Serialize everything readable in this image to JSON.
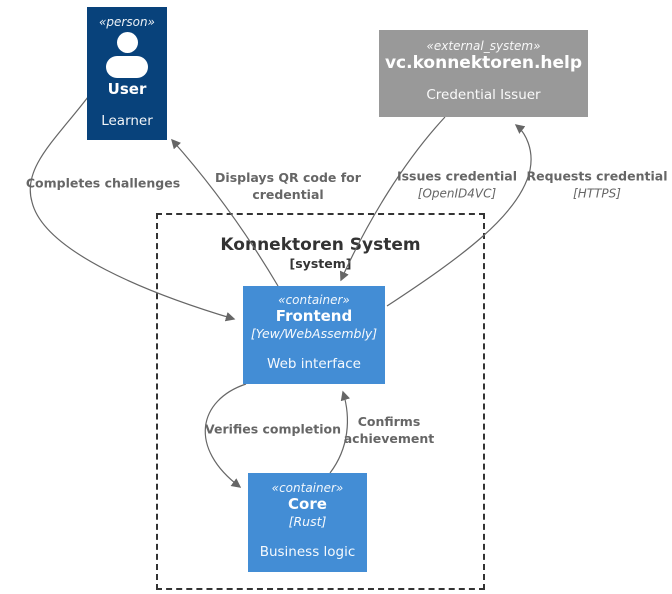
{
  "boundary": {
    "title": "Konnektoren System",
    "subtitle": "[system]"
  },
  "nodes": {
    "user": {
      "stereotype": "«person»",
      "name": "User",
      "description": "Learner"
    },
    "credential_issuer": {
      "stereotype": "«external_system»",
      "name": "vc.konnektoren.help",
      "description": "Credential Issuer"
    },
    "frontend": {
      "stereotype": "«container»",
      "name": "Frontend",
      "technology": "[Yew/WebAssembly]",
      "description": "Web interface"
    },
    "core": {
      "stereotype": "«container»",
      "name": "Core",
      "technology": "[Rust]",
      "description": "Business logic"
    }
  },
  "edges": {
    "completes_challenges": {
      "label": "Completes challenges"
    },
    "displays_qr": {
      "label_line1": "Displays QR code for",
      "label_line2": "credential"
    },
    "issues_credential": {
      "label": "Issues credential",
      "technology": "[OpenID4VC]"
    },
    "requests_credential": {
      "label": "Requests credential",
      "technology": "[HTTPS]"
    },
    "verifies_completion": {
      "label": "Verifies completion"
    },
    "confirms_achievement": {
      "label_line1": "Confirms",
      "label_line2": "achievement"
    }
  },
  "colors": {
    "person_fill": "#08427B",
    "external_system_fill": "#999999",
    "container_fill": "#438DD5",
    "edge_stroke": "#666666",
    "edge_label_text": "#666666",
    "boundary_border": "#333333",
    "boundary_text": "#333333"
  }
}
